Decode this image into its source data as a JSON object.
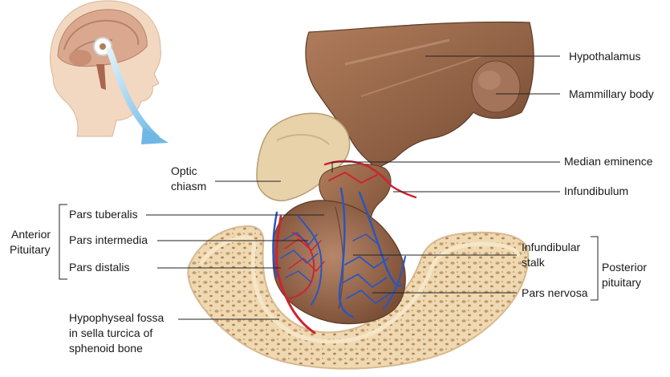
{
  "labels": {
    "hypothalamus": "Hypothalamus",
    "mammillary_body": "Mammillary body",
    "median_eminence": "Median eminence",
    "infundibulum": "Infundibulum",
    "optic_chiasm_1": "Optic",
    "optic_chiasm_2": "chiasm",
    "anterior_1": "Anterior",
    "anterior_2": "Pituitary",
    "pars_tuberalis": "Pars tuberalis",
    "pars_intermedia": "Pars intermedia",
    "pars_distalis": "Pars distalis",
    "infundibular_stalk_1": "Infundibular",
    "infundibular_stalk_2": "stalk",
    "posterior_1": "Posterior",
    "posterior_2": "pituitary",
    "pars_nervosa": "Pars nervosa",
    "fossa_1": "Hypophyseal fossa",
    "fossa_2": "in sella turcica of",
    "fossa_3": "sphenoid bone"
  },
  "colors": {
    "tissue": "#9a6a4c",
    "tissue_dark": "#6e4630",
    "chiasm": "#e7d2aa",
    "bone": "#efd9b2",
    "artery": "#cc2430",
    "vein": "#2a55c0",
    "arrow": "#7fc2ea"
  }
}
